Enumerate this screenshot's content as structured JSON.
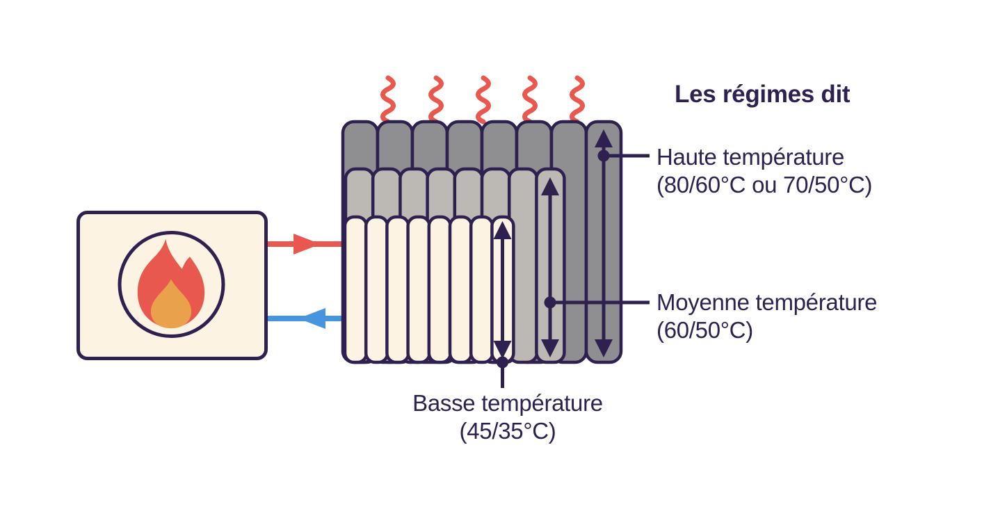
{
  "title": "Les régimes dit",
  "diagram": {
    "heat_source": {
      "icon": "flame-icon"
    },
    "flow": {
      "supply_icon": "arrow-right-red",
      "return_icon": "arrow-left-blue"
    },
    "radiator": {
      "heat_wave_count": 5,
      "layers": [
        {
          "name": "haute",
          "columns": 8
        },
        {
          "name": "moyenne",
          "columns": 8
        },
        {
          "name": "basse",
          "columns": 8
        }
      ]
    }
  },
  "labels": {
    "haute": {
      "line1": "Haute température",
      "line2": "(80/60°C ou 70/50°C)"
    },
    "moyenne": {
      "line1": "Moyenne température",
      "line2": "(60/50°C)"
    },
    "basse": {
      "line1": "Basse température",
      "line2": "(45/35°C)"
    }
  },
  "colors": {
    "ink": "#2e2150",
    "red": "#e9584e",
    "blue": "#4795dd",
    "cream": "#fdf3e2",
    "grey_dark": "#8f8e91",
    "grey_mid": "#bcb8b3",
    "flame_orange": "#e9a14c",
    "background": "#ffffff"
  }
}
